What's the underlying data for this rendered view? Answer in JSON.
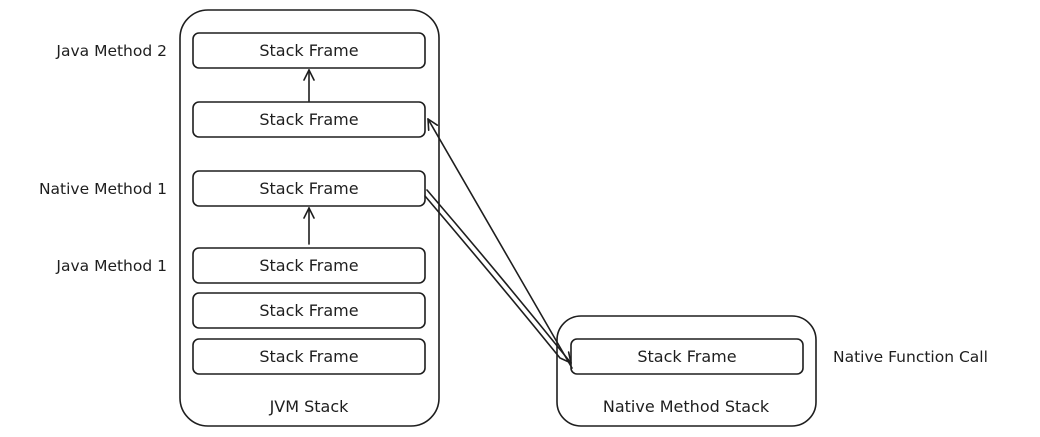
{
  "jvm_stack": {
    "title": "JVM Stack",
    "frames": [
      {
        "label": "Stack Frame",
        "side_label": "Java Method 2"
      },
      {
        "label": "Stack Frame",
        "side_label": ""
      },
      {
        "label": "Stack Frame",
        "side_label": "Native Method 1"
      },
      {
        "label": "Stack Frame",
        "side_label": "Java Method 1"
      },
      {
        "label": "Stack Frame",
        "side_label": ""
      },
      {
        "label": "Stack Frame",
        "side_label": ""
      }
    ]
  },
  "native_stack": {
    "title": "Native Method Stack",
    "frames": [
      {
        "label": "Stack Frame",
        "side_label": "Native Function Call"
      }
    ]
  },
  "colors": {
    "stroke": "#1e1e1e",
    "background": "#ffffff"
  }
}
